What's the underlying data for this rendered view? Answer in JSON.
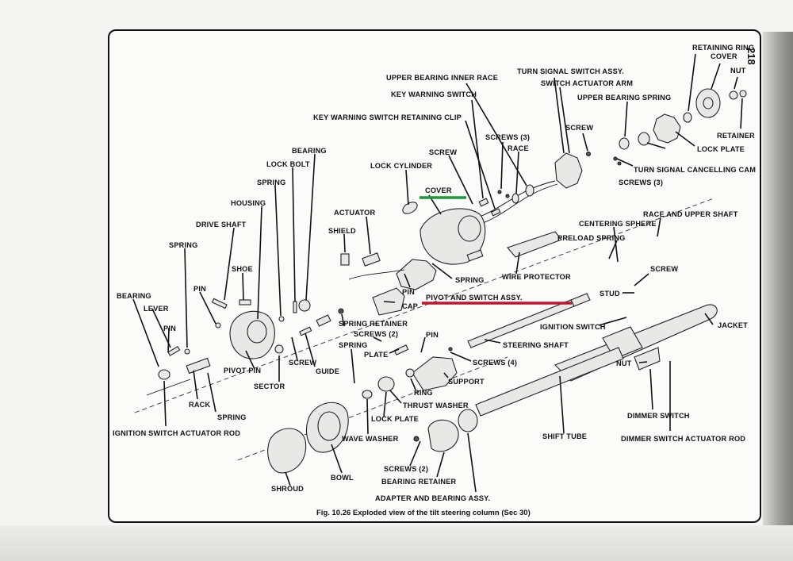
{
  "page_number": "218",
  "caption": "Fig. 10.26 Exploded view of the tilt steering column (Sec 30)",
  "highlights": {
    "green": "#1a9a3a",
    "red": "#c0182a"
  },
  "labels": {
    "retaining_ring": "RETAINING RING",
    "cover_top": "COVER",
    "nut_top": "NUT",
    "retainer": "RETAINER",
    "lock_plate_top": "LOCK PLATE",
    "turn_signal_cancelling_cam": "TURN SIGNAL CANCELLING CAM",
    "screws_3_right": "SCREWS (3)",
    "upper_bearing_spring": "UPPER BEARING SPRING",
    "turn_signal_switch_assy": "TURN SIGNAL SWITCH ASSY.",
    "switch_actuator_arm": "SWITCH ACTUATOR ARM",
    "screw_top": "SCREW",
    "upper_bearing_inner_race": "UPPER BEARING INNER RACE",
    "key_warning_switch": "KEY WARNING SWITCH",
    "key_warning_switch_retaining_clip": "KEY WARNING SWITCH RETAINING CLIP",
    "screws_3_mid": "SCREWS (3)",
    "race": "RACE",
    "screw_mid": "SCREW",
    "lock_cylinder": "LOCK CYLINDER",
    "cover_mid": "COVER",
    "bearing_top": "BEARING",
    "lock_bolt": "LOCK BOLT",
    "spring_top": "SPRING",
    "housing": "HOUSING",
    "actuator": "ACTUATOR",
    "drive_shaft": "DRIVE SHAFT",
    "shield": "SHIELD",
    "spring_left": "SPRING",
    "shoe": "SHOE",
    "pin_top": "PIN",
    "pin_mid": "PIN",
    "cap": "CAP",
    "spring_mid": "SPRING",
    "pivot_and_switch_assy": "PIVOT AND SWITCH ASSY.",
    "wire_protector": "WIRE PROTECTOR",
    "centering_sphere": "CENTERING SPHERE",
    "race_and_upper_shaft": "RACE AND UPPER SHAFT",
    "preload_spring": "PRELOAD SPRING",
    "screw_right": "SCREW",
    "stud": "STUD",
    "bearing_left": "BEARING",
    "lever": "LEVER",
    "pin_left": "PIN",
    "spring_retainer": "SPRING RETAINER",
    "screws_2_mid": "SCREWS (2)",
    "pin_right": "PIN",
    "ignition_switch": "IGNITION SWITCH",
    "jacket": "JACKET",
    "steering_shaft": "STEERING SHAFT",
    "spring_lower": "SPRING",
    "plate": "PLATE",
    "screws_4": "SCREWS (4)",
    "pivot_pin": "PIVOT PIN",
    "screw_low": "SCREW",
    "guide": "GUIDE",
    "sector": "SECTOR",
    "nut_right": "NUT",
    "support": "SUPPORT",
    "ring": "RING",
    "thrust_washer": "THRUST WASHER",
    "rack": "RACK",
    "spring_rack": "SPRING",
    "lock_plate_low": "LOCK PLATE",
    "dimmer_switch": "DIMMER SWITCH",
    "ignition_switch_actuator_rod": "IGNITION SWITCH ACTUATOR ROD",
    "wave_washer": "WAVE WASHER",
    "shift_tube": "SHIFT TUBE",
    "dimmer_switch_actuator_rod": "DIMMER SWITCH ACTUATOR ROD",
    "screws_2_low": "SCREWS (2)",
    "bearing_retainer": "BEARING RETAINER",
    "bowl": "BOWL",
    "shroud": "SHROUD",
    "adapter_and_bearing_assy": "ADAPTER AND BEARING ASSY."
  }
}
